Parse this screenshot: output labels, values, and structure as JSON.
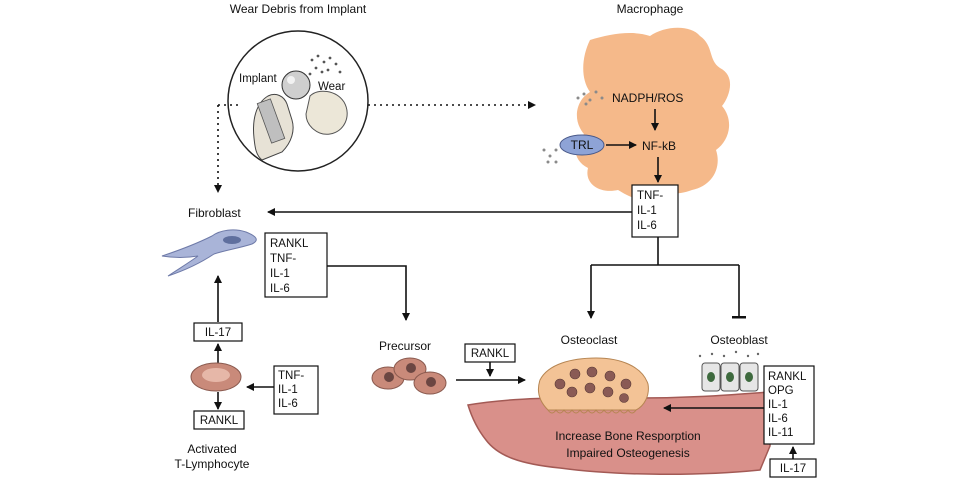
{
  "labels": {
    "wear_debris": "Wear Debris from Implant",
    "macrophage": "Macrophage",
    "implant": "Implant",
    "wear": "Wear",
    "nadph": "NADPH/ROS",
    "trl": "TRL",
    "nfkb": "NF-kB",
    "fibroblast": "Fibroblast",
    "precursor": "Precursor",
    "osteoclast": "Osteoclast",
    "osteoblast": "Osteoblast",
    "activated_line1": "Activated",
    "activated_line2": "T-Lymphocyte",
    "bone_line1": "Increase Bone Resporption",
    "bone_line2": "Impaired Osteogenesis"
  },
  "boxes": {
    "macrophage_cytokines": [
      "TNF-",
      "IL-1",
      "IL-6"
    ],
    "fibroblast_factors": [
      "RANKL",
      "TNF-",
      "IL-1",
      "IL-6"
    ],
    "il17_upper": "IL-17",
    "tcell_rankl": "RANKL",
    "tcell_inputs": [
      "TNF-",
      "IL-1",
      "IL-6"
    ],
    "precursor_rankl": "RANKL",
    "osteoblast_factors": [
      "RANKL",
      "OPG",
      "IL-1",
      "IL-6",
      "IL-11"
    ],
    "il17_lower": "IL-17"
  },
  "colors": {
    "macrophage": "#f5b98a",
    "trl": "#8ea3d6",
    "bone": "#d9908a",
    "bone_edge": "#a35a55",
    "osteoclast": "#f3c396",
    "nucleus": "#8a5a55",
    "fibroblast": "#a9b4d8",
    "tcell": "#c98a7a"
  }
}
